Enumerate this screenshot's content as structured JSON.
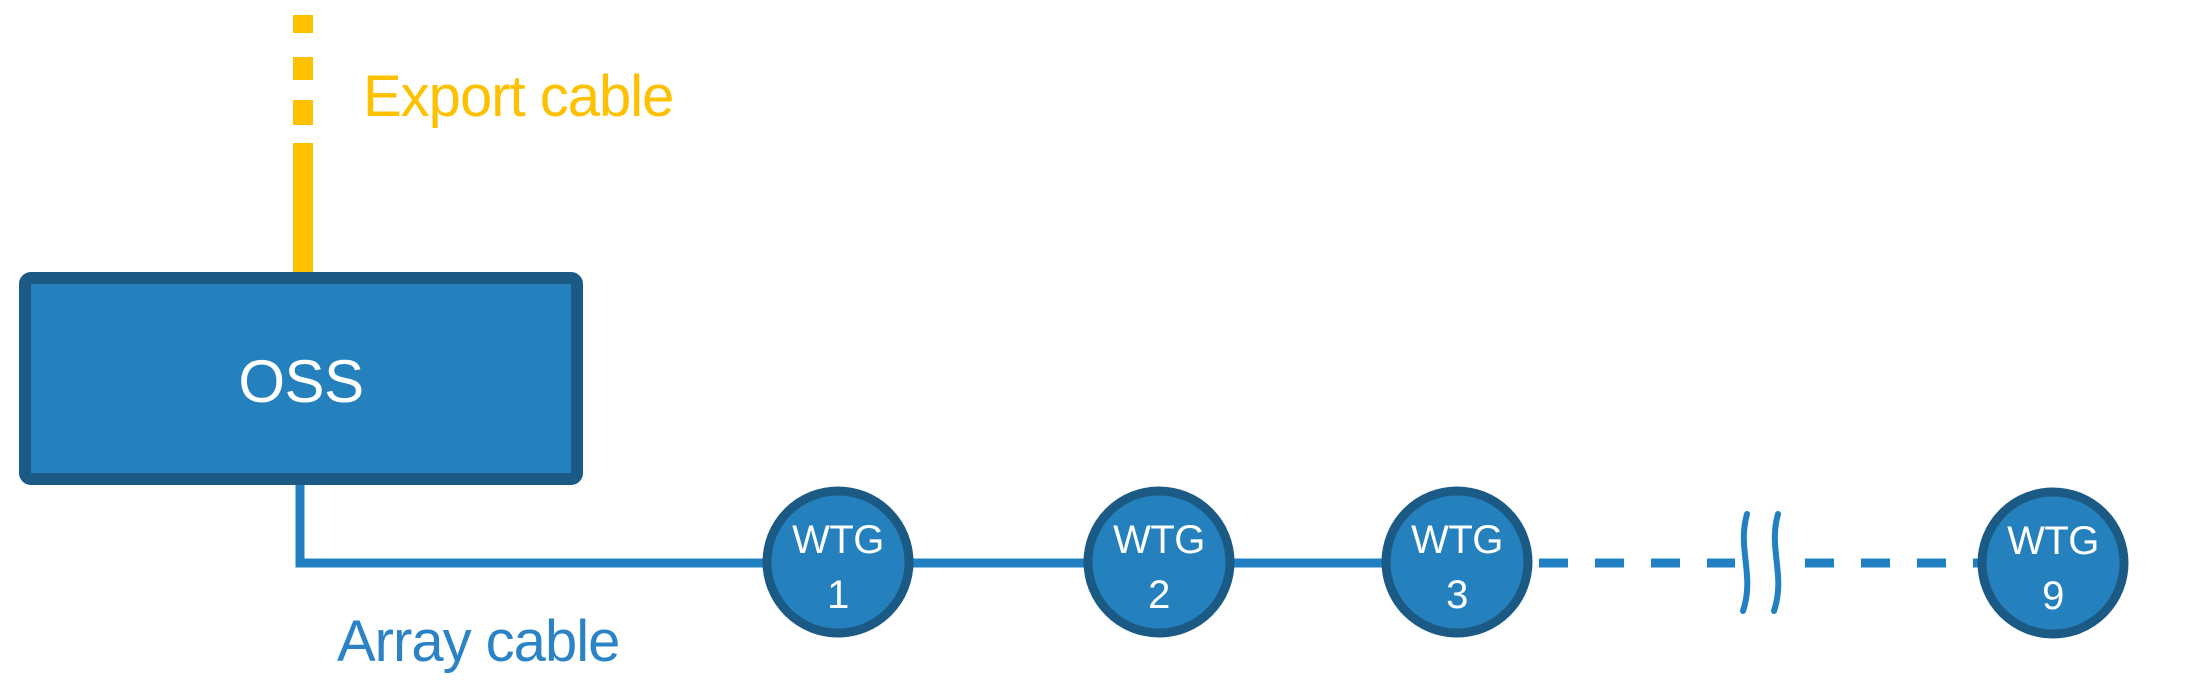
{
  "labels": {
    "export_cable": "Export cable",
    "oss": "OSS",
    "array_cable": "Array cable"
  },
  "nodes": [
    {
      "line1": "WTG",
      "line2": "1"
    },
    {
      "line1": "WTG",
      "line2": "2"
    },
    {
      "line1": "WTG",
      "line2": "3"
    },
    {
      "line1": "WTG",
      "line2": "9"
    }
  ],
  "colors": {
    "background": "#FFFFFF",
    "export_cable": "#FFC000",
    "array_cable": "#2080C2",
    "array_cable_label": "#2B83C6",
    "shape_fill": "#2581BE",
    "shape_border": "#1C5A86",
    "shape_label": "#FFFFFF"
  }
}
